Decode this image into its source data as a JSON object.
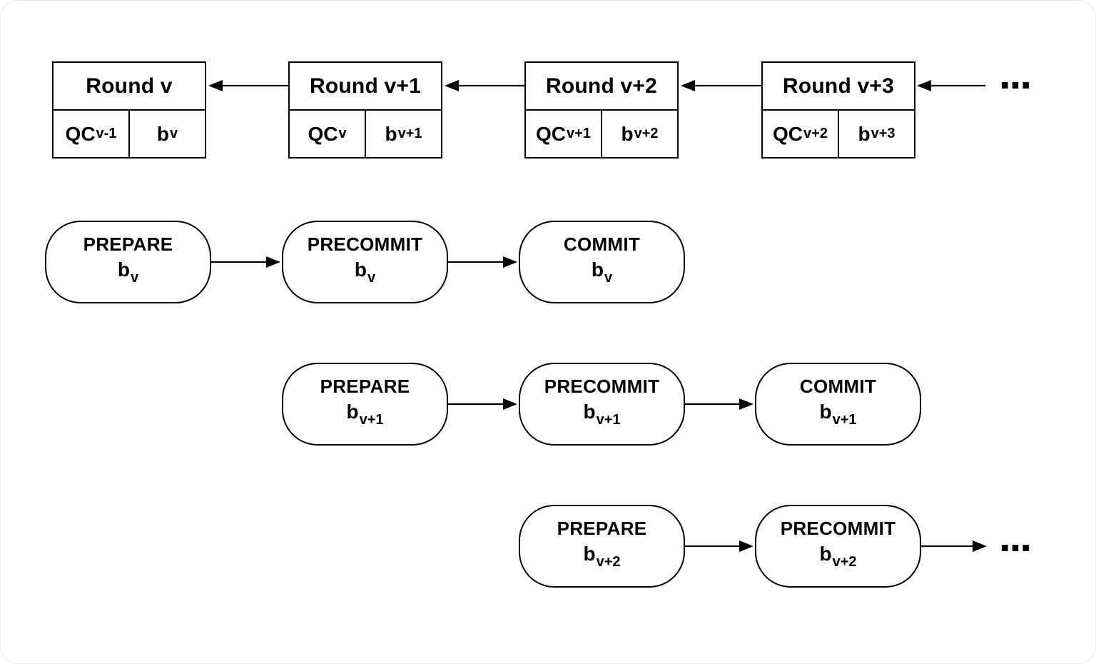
{
  "diagram": {
    "colors": {
      "stroke": "#000000",
      "background": "#ffffff"
    },
    "rounds": [
      {
        "title": "Round v",
        "qc_base": "QC",
        "qc_sub": "v-1",
        "block_base": "b",
        "block_sub": "v"
      },
      {
        "title": "Round v+1",
        "qc_base": "QC",
        "qc_sub": "v",
        "block_base": "b",
        "block_sub": "v+1"
      },
      {
        "title": "Round v+2",
        "qc_base": "QC",
        "qc_sub": "v+1",
        "block_base": "b",
        "block_sub": "v+2"
      },
      {
        "title": "Round v+3",
        "qc_base": "QC",
        "qc_sub": "v+2",
        "block_base": "b",
        "block_sub": "v+3"
      }
    ],
    "rounds_ellipsis": "...",
    "phase_rows": [
      {
        "phases": [
          {
            "label": "PREPARE",
            "block_base": "b",
            "block_sub": "v"
          },
          {
            "label": "PRECOMMIT",
            "block_base": "b",
            "block_sub": "v"
          },
          {
            "label": "COMMIT",
            "block_base": "b",
            "block_sub": "v"
          }
        ]
      },
      {
        "phases": [
          {
            "label": "PREPARE",
            "block_base": "b",
            "block_sub": "v+1"
          },
          {
            "label": "PRECOMMIT",
            "block_base": "b",
            "block_sub": "v+1"
          },
          {
            "label": "COMMIT",
            "block_base": "b",
            "block_sub": "v+1"
          }
        ]
      },
      {
        "phases": [
          {
            "label": "PREPARE",
            "block_base": "b",
            "block_sub": "v+2"
          },
          {
            "label": "PRECOMMIT",
            "block_base": "b",
            "block_sub": "v+2"
          }
        ],
        "ellipsis": "..."
      }
    ]
  }
}
